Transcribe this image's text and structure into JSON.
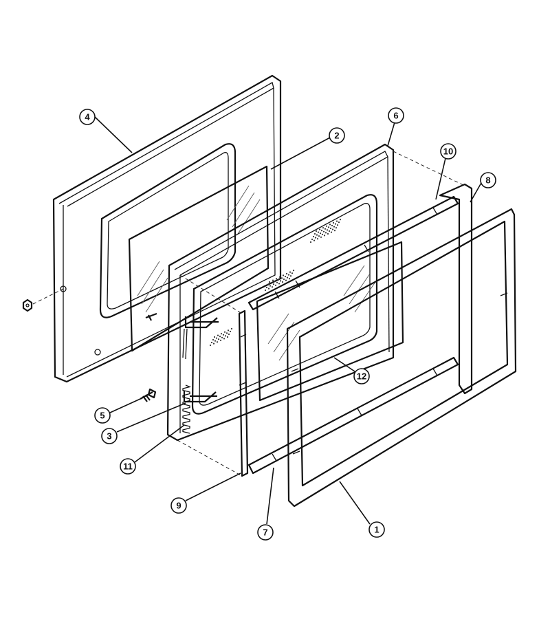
{
  "callouts": [
    {
      "id": "c1",
      "label": "1"
    },
    {
      "id": "c2",
      "label": "2"
    },
    {
      "id": "c3",
      "label": "3"
    },
    {
      "id": "c4",
      "label": "4"
    },
    {
      "id": "c5",
      "label": "5"
    },
    {
      "id": "c6",
      "label": "6"
    },
    {
      "id": "c7",
      "label": "7"
    },
    {
      "id": "c8",
      "label": "8"
    },
    {
      "id": "c9",
      "label": "9"
    },
    {
      "id": "c10",
      "label": "10"
    },
    {
      "id": "c11",
      "label": "11"
    },
    {
      "id": "c12",
      "label": "12"
    }
  ],
  "colors": {
    "line": "#111111",
    "background": "#ffffff"
  }
}
